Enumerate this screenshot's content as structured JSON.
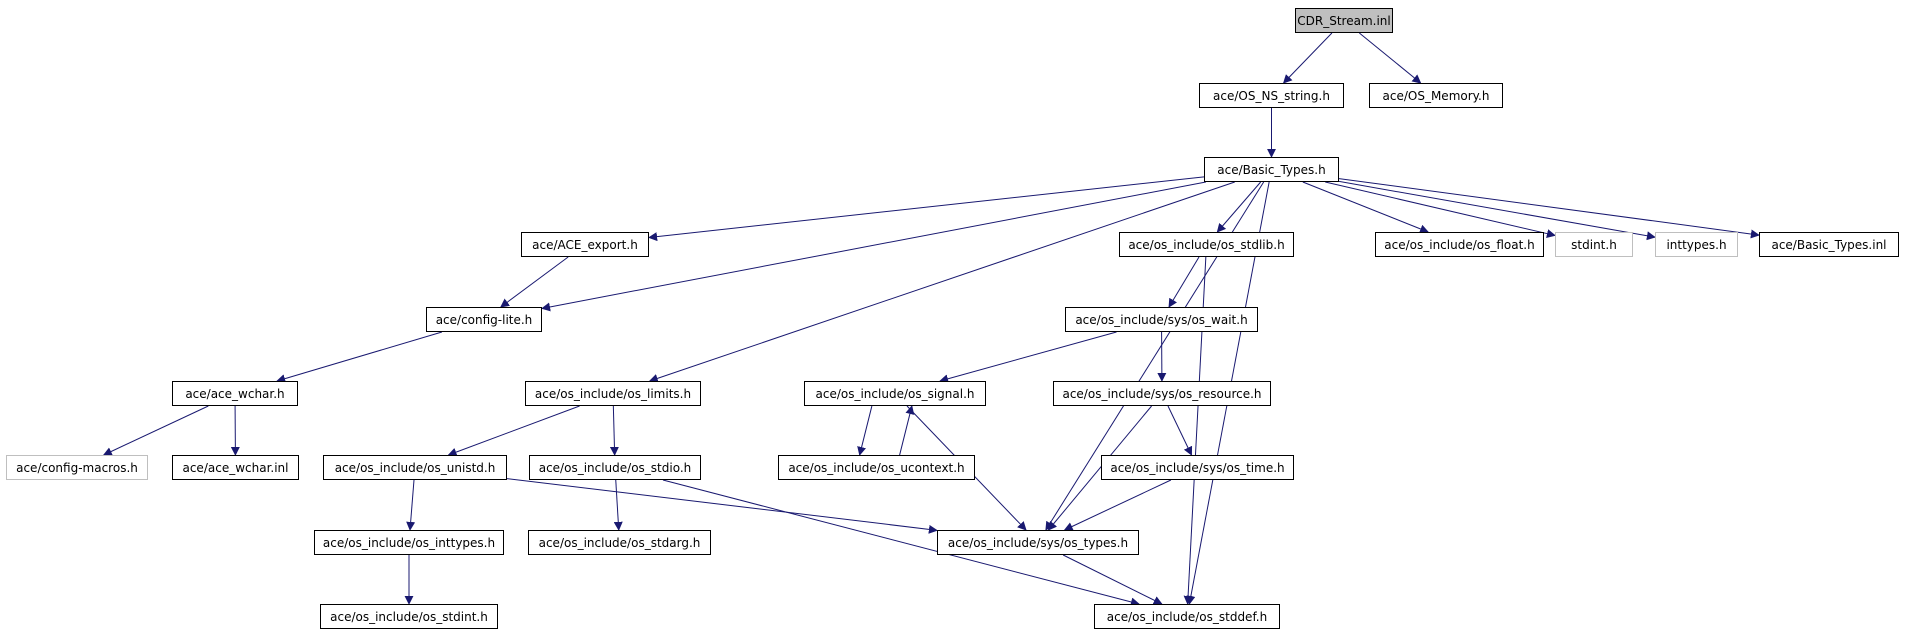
{
  "colors": {
    "edge": "#191970",
    "node_border": "#000000",
    "external_border": "#bfbfbf",
    "root_fill": "#bfbfbf"
  },
  "nodes": [
    {
      "id": "cdr",
      "label": "CDR_Stream.inl",
      "kind": "root"
    },
    {
      "id": "nsstring",
      "label": "ace/OS_NS_string.h",
      "kind": "link"
    },
    {
      "id": "memory",
      "label": "ace/OS_Memory.h",
      "kind": "link"
    },
    {
      "id": "basic",
      "label": "ace/Basic_Types.h",
      "kind": "link"
    },
    {
      "id": "export",
      "label": "ace/ACE_export.h",
      "kind": "link"
    },
    {
      "id": "stdlib",
      "label": "ace/os_include/os_stdlib.h",
      "kind": "link"
    },
    {
      "id": "float",
      "label": "ace/os_include/os_float.h",
      "kind": "link"
    },
    {
      "id": "stdint",
      "label": "stdint.h",
      "kind": "external"
    },
    {
      "id": "inttypes",
      "label": "inttypes.h",
      "kind": "external"
    },
    {
      "id": "basicinl",
      "label": "ace/Basic_Types.inl",
      "kind": "link"
    },
    {
      "id": "configlite",
      "label": "ace/config-lite.h",
      "kind": "link"
    },
    {
      "id": "wait",
      "label": "ace/os_include/sys/os_wait.h",
      "kind": "link"
    },
    {
      "id": "wchar",
      "label": "ace/ace_wchar.h",
      "kind": "link"
    },
    {
      "id": "limits",
      "label": "ace/os_include/os_limits.h",
      "kind": "link"
    },
    {
      "id": "signal",
      "label": "ace/os_include/os_signal.h",
      "kind": "link"
    },
    {
      "id": "resource",
      "label": "ace/os_include/sys/os_resource.h",
      "kind": "link"
    },
    {
      "id": "configmacros",
      "label": "ace/config-macros.h",
      "kind": "external"
    },
    {
      "id": "wcharinl",
      "label": "ace/ace_wchar.inl",
      "kind": "link"
    },
    {
      "id": "unistd",
      "label": "ace/os_include/os_unistd.h",
      "kind": "link"
    },
    {
      "id": "stdio",
      "label": "ace/os_include/os_stdio.h",
      "kind": "link"
    },
    {
      "id": "ucontext",
      "label": "ace/os_include/os_ucontext.h",
      "kind": "link"
    },
    {
      "id": "systime",
      "label": "ace/os_include/sys/os_time.h",
      "kind": "link"
    },
    {
      "id": "osinttypes",
      "label": "ace/os_include/os_inttypes.h",
      "kind": "link"
    },
    {
      "id": "stdarg",
      "label": "ace/os_include/os_stdarg.h",
      "kind": "link"
    },
    {
      "id": "systypes",
      "label": "ace/os_include/sys/os_types.h",
      "kind": "link"
    },
    {
      "id": "osstdint",
      "label": "ace/os_include/os_stdint.h",
      "kind": "link"
    },
    {
      "id": "stddef",
      "label": "ace/os_include/os_stddef.h",
      "kind": "link"
    }
  ],
  "edges": [
    [
      "cdr",
      "nsstring"
    ],
    [
      "cdr",
      "memory"
    ],
    [
      "nsstring",
      "basic"
    ],
    [
      "basic",
      "configlite"
    ],
    [
      "basic",
      "export"
    ],
    [
      "basic",
      "limits"
    ],
    [
      "basic",
      "systypes"
    ],
    [
      "basic",
      "stdlib"
    ],
    [
      "basic",
      "stddef"
    ],
    [
      "basic",
      "float"
    ],
    [
      "basic",
      "stdint"
    ],
    [
      "basic",
      "inttypes"
    ],
    [
      "basic",
      "basicinl"
    ],
    [
      "export",
      "configlite"
    ],
    [
      "configlite",
      "wchar"
    ],
    [
      "wchar",
      "configmacros"
    ],
    [
      "wchar",
      "wcharinl"
    ],
    [
      "stdlib",
      "wait"
    ],
    [
      "stdlib",
      "stddef"
    ],
    [
      "wait",
      "signal"
    ],
    [
      "wait",
      "resource"
    ],
    [
      "limits",
      "unistd"
    ],
    [
      "limits",
      "stdio"
    ],
    [
      "signal",
      "ucontext"
    ],
    [
      "ucontext",
      "signal"
    ],
    [
      "signal",
      "systypes"
    ],
    [
      "resource",
      "systypes"
    ],
    [
      "resource",
      "systime"
    ],
    [
      "systime",
      "systypes"
    ],
    [
      "unistd",
      "osinttypes"
    ],
    [
      "unistd",
      "systypes"
    ],
    [
      "stdio",
      "stdarg"
    ],
    [
      "stdio",
      "stddef"
    ],
    [
      "osinttypes",
      "osstdint"
    ],
    [
      "systypes",
      "stddef"
    ]
  ]
}
